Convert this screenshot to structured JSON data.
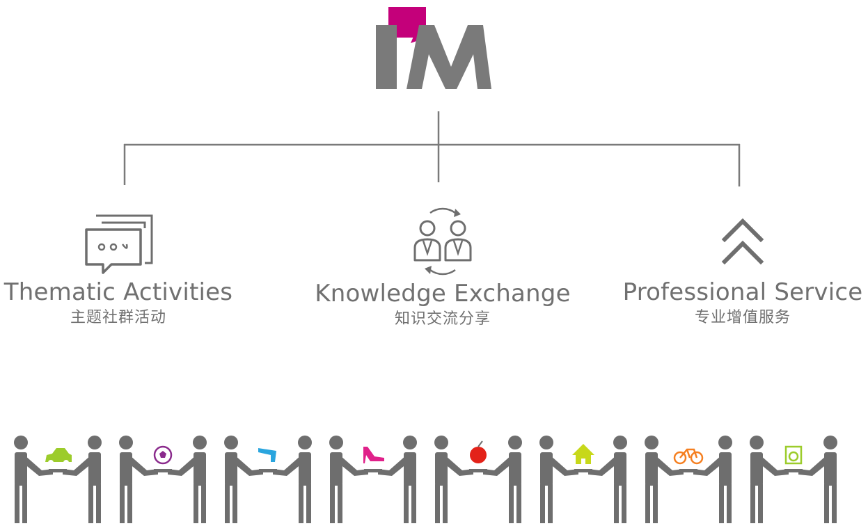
{
  "logo": {
    "text": "I'M",
    "colors": {
      "grey": "#7a7a7a",
      "magenta": "#c4007a"
    }
  },
  "pillars": [
    {
      "title": "Thematic Activities",
      "subtitle": "主题社群活动",
      "icon": "chat-bubbles-icon"
    },
    {
      "title": "Knowledge Exchange",
      "subtitle": "知识交流分享",
      "icon": "people-exchange-icon"
    },
    {
      "title": "Professional Service",
      "subtitle": "专业增值服务",
      "icon": "double-chevron-up-icon"
    }
  ],
  "exchange_items": [
    {
      "icon": "car-icon",
      "color": "#9ccc2b"
    },
    {
      "icon": "soccer-ball-icon",
      "color": "#8a2a8c"
    },
    {
      "icon": "boomerang-icon",
      "color": "#2aa5de"
    },
    {
      "icon": "high-heel-icon",
      "color": "#e0218a"
    },
    {
      "icon": "apple-icon",
      "color": "#e32219"
    },
    {
      "icon": "house-icon",
      "color": "#c7d81a"
    },
    {
      "icon": "bicycle-icon",
      "color": "#f57f20"
    },
    {
      "icon": "washing-machine-icon",
      "color": "#9ccc2b"
    }
  ],
  "colors": {
    "line": "#7a7a7a",
    "figure": "#6e6e6e",
    "text": "#707070"
  }
}
